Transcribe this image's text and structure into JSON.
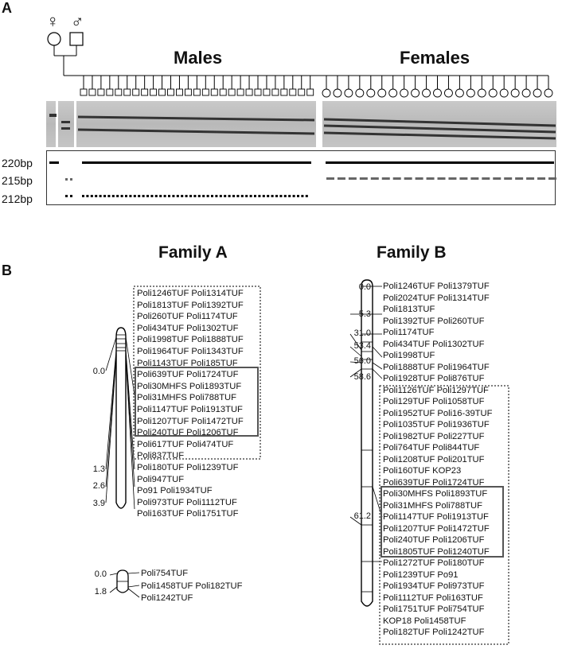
{
  "panel_a": {
    "label": "A",
    "female_symbol": "♀",
    "male_symbol": "♂",
    "males_label": "Males",
    "females_label": "Females",
    "male_count": 27,
    "female_count": 21,
    "band_sizes": [
      "220bp",
      "215bp",
      "212bp"
    ]
  },
  "panel_b": {
    "label": "B",
    "family_a": {
      "title": "Family A",
      "positions": [
        "0.0",
        "1.3",
        "2.6",
        "3.9"
      ],
      "markers": [
        "Poli1246TUF  Poli1314TUF",
        "Poli1813TUF  Poli1392TUF",
        "Poli260TUF  Poli1174TUF",
        "Poli434TUF  Poli1302TUF",
        "Poli1998TUF  Poli1888TUF",
        "Poli1964TUF  Poli1343TUF",
        "Poli1143TUF  Poli185TUF",
        "Poli639TUF  Poli1724TUF",
        "Poli30MHFS  Poli1893TUF",
        "Poli31MHFS  Poli788TUF",
        "Poli1147TUF  Poli1913TUF",
        "Poli1207TUF  Poli1472TUF",
        "Poli240TUF  Poli1206TUF",
        "Poli617TUF  Poli474TUF",
        "Poli837TUF",
        "Poli180TUF  Poli1239TUF",
        "Poli947TUF",
        "Po91  Poli1934TUF",
        "Poli973TUF  Poli1112TUF",
        "Poli163TUF  Poli1751TUF"
      ],
      "small_lg": {
        "positions": [
          "0.0",
          "1.8"
        ],
        "markers": [
          "Poli754TUF",
          "Poli1458TUF  Poli182TUF",
          "Poli1242TUF"
        ]
      }
    },
    "family_b": {
      "title": "Family B",
      "positions": [
        "0.0",
        "5.3",
        "31.0",
        "53.4",
        "56.0",
        "58.6",
        "61.2"
      ],
      "markers": [
        "Poli1246TUF  Poli1379TUF",
        "Poli2024TUF  Poli1314TUF",
        "Poli1813TUF",
        "Poli1392TUF  Poli260TUF",
        "Poli1174TUF",
        "Poli434TUF  Poli1302TUF",
        "Poli1998TUF",
        "Poli1888TUF  Poli1964TUF",
        "Poli1928TUF  Poli876TUF",
        "Poli1126TUF  Poli1297TUF",
        "Poli129TUF  Poli1058TUF",
        "Poli1952TUF  Poli16-39TUF",
        "Poli1035TUF  Poli1936TUF",
        "Poli1982TUF  Poli227TUF",
        "Poli764TUF  Poli844TUF",
        "Poli1208TUF  Poli201TUF",
        "Poli160TUF  KOP23",
        "Poli639TUF  Poli1724TUF",
        "Poli30MHFS  Poli1893TUF",
        "Poli31MHFS  Poli788TUF",
        "Poli1147TUF  Poli1913TUF",
        "Poli1207TUF  Poli1472TUF",
        "Poli240TUF  Poli1206TUF",
        "Poli1805TUF  Poli1240TUF",
        "Poli1272TUF  Poli180TUF",
        "Poli1239TUF  Po91",
        "Poli1934TUF  Poli973TUF",
        "Poli1112TUF  Poli163TUF",
        "Poli1751TUF  Poli754TUF",
        "KOP18  Poli1458TUF",
        "Poli182TUF  Poli1242TUF"
      ]
    }
  }
}
